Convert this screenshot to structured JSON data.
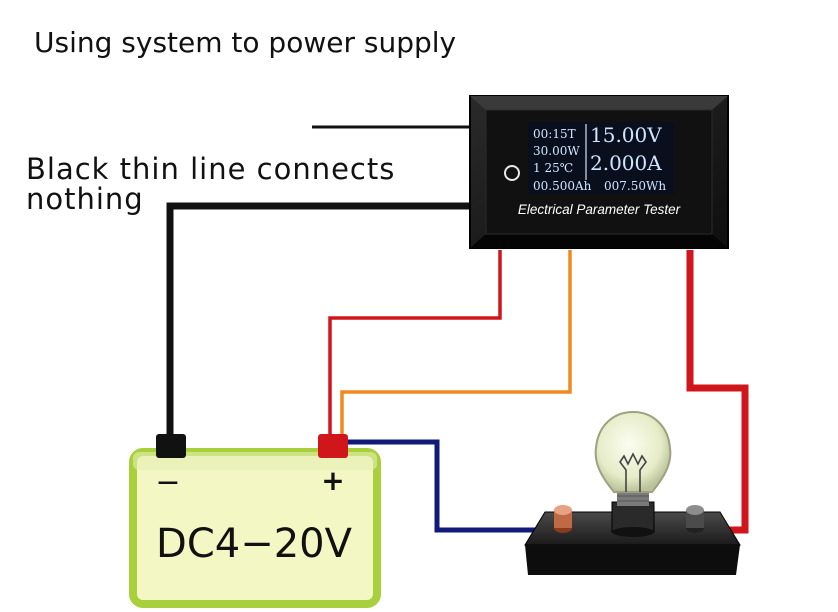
{
  "title": "Using system to power supply",
  "note": {
    "line1": "Black  thin  line connects",
    "line2": "nothing"
  },
  "meter": {
    "left_rows": [
      "00:15T",
      "30.00W",
      "1   25℃"
    ],
    "voltage": "15.00V",
    "current": "2.000A",
    "capacity": "00.500Ah",
    "energy": "007.50Wh",
    "label": "Electrical Parameter Tester"
  },
  "battery": {
    "label": "DC4−20V",
    "negative": "−",
    "positive": "+"
  },
  "colors": {
    "black_wire": "#111111",
    "red_wire": "#d0161a",
    "orange_wire": "#f08a1e",
    "blue_wire": "#101a78",
    "battery_fill": "#f2f7c4",
    "battery_border": "#a8cf3c",
    "lcd_text": "#cfe6ff",
    "lcd_bg": "#0a0f1e"
  }
}
